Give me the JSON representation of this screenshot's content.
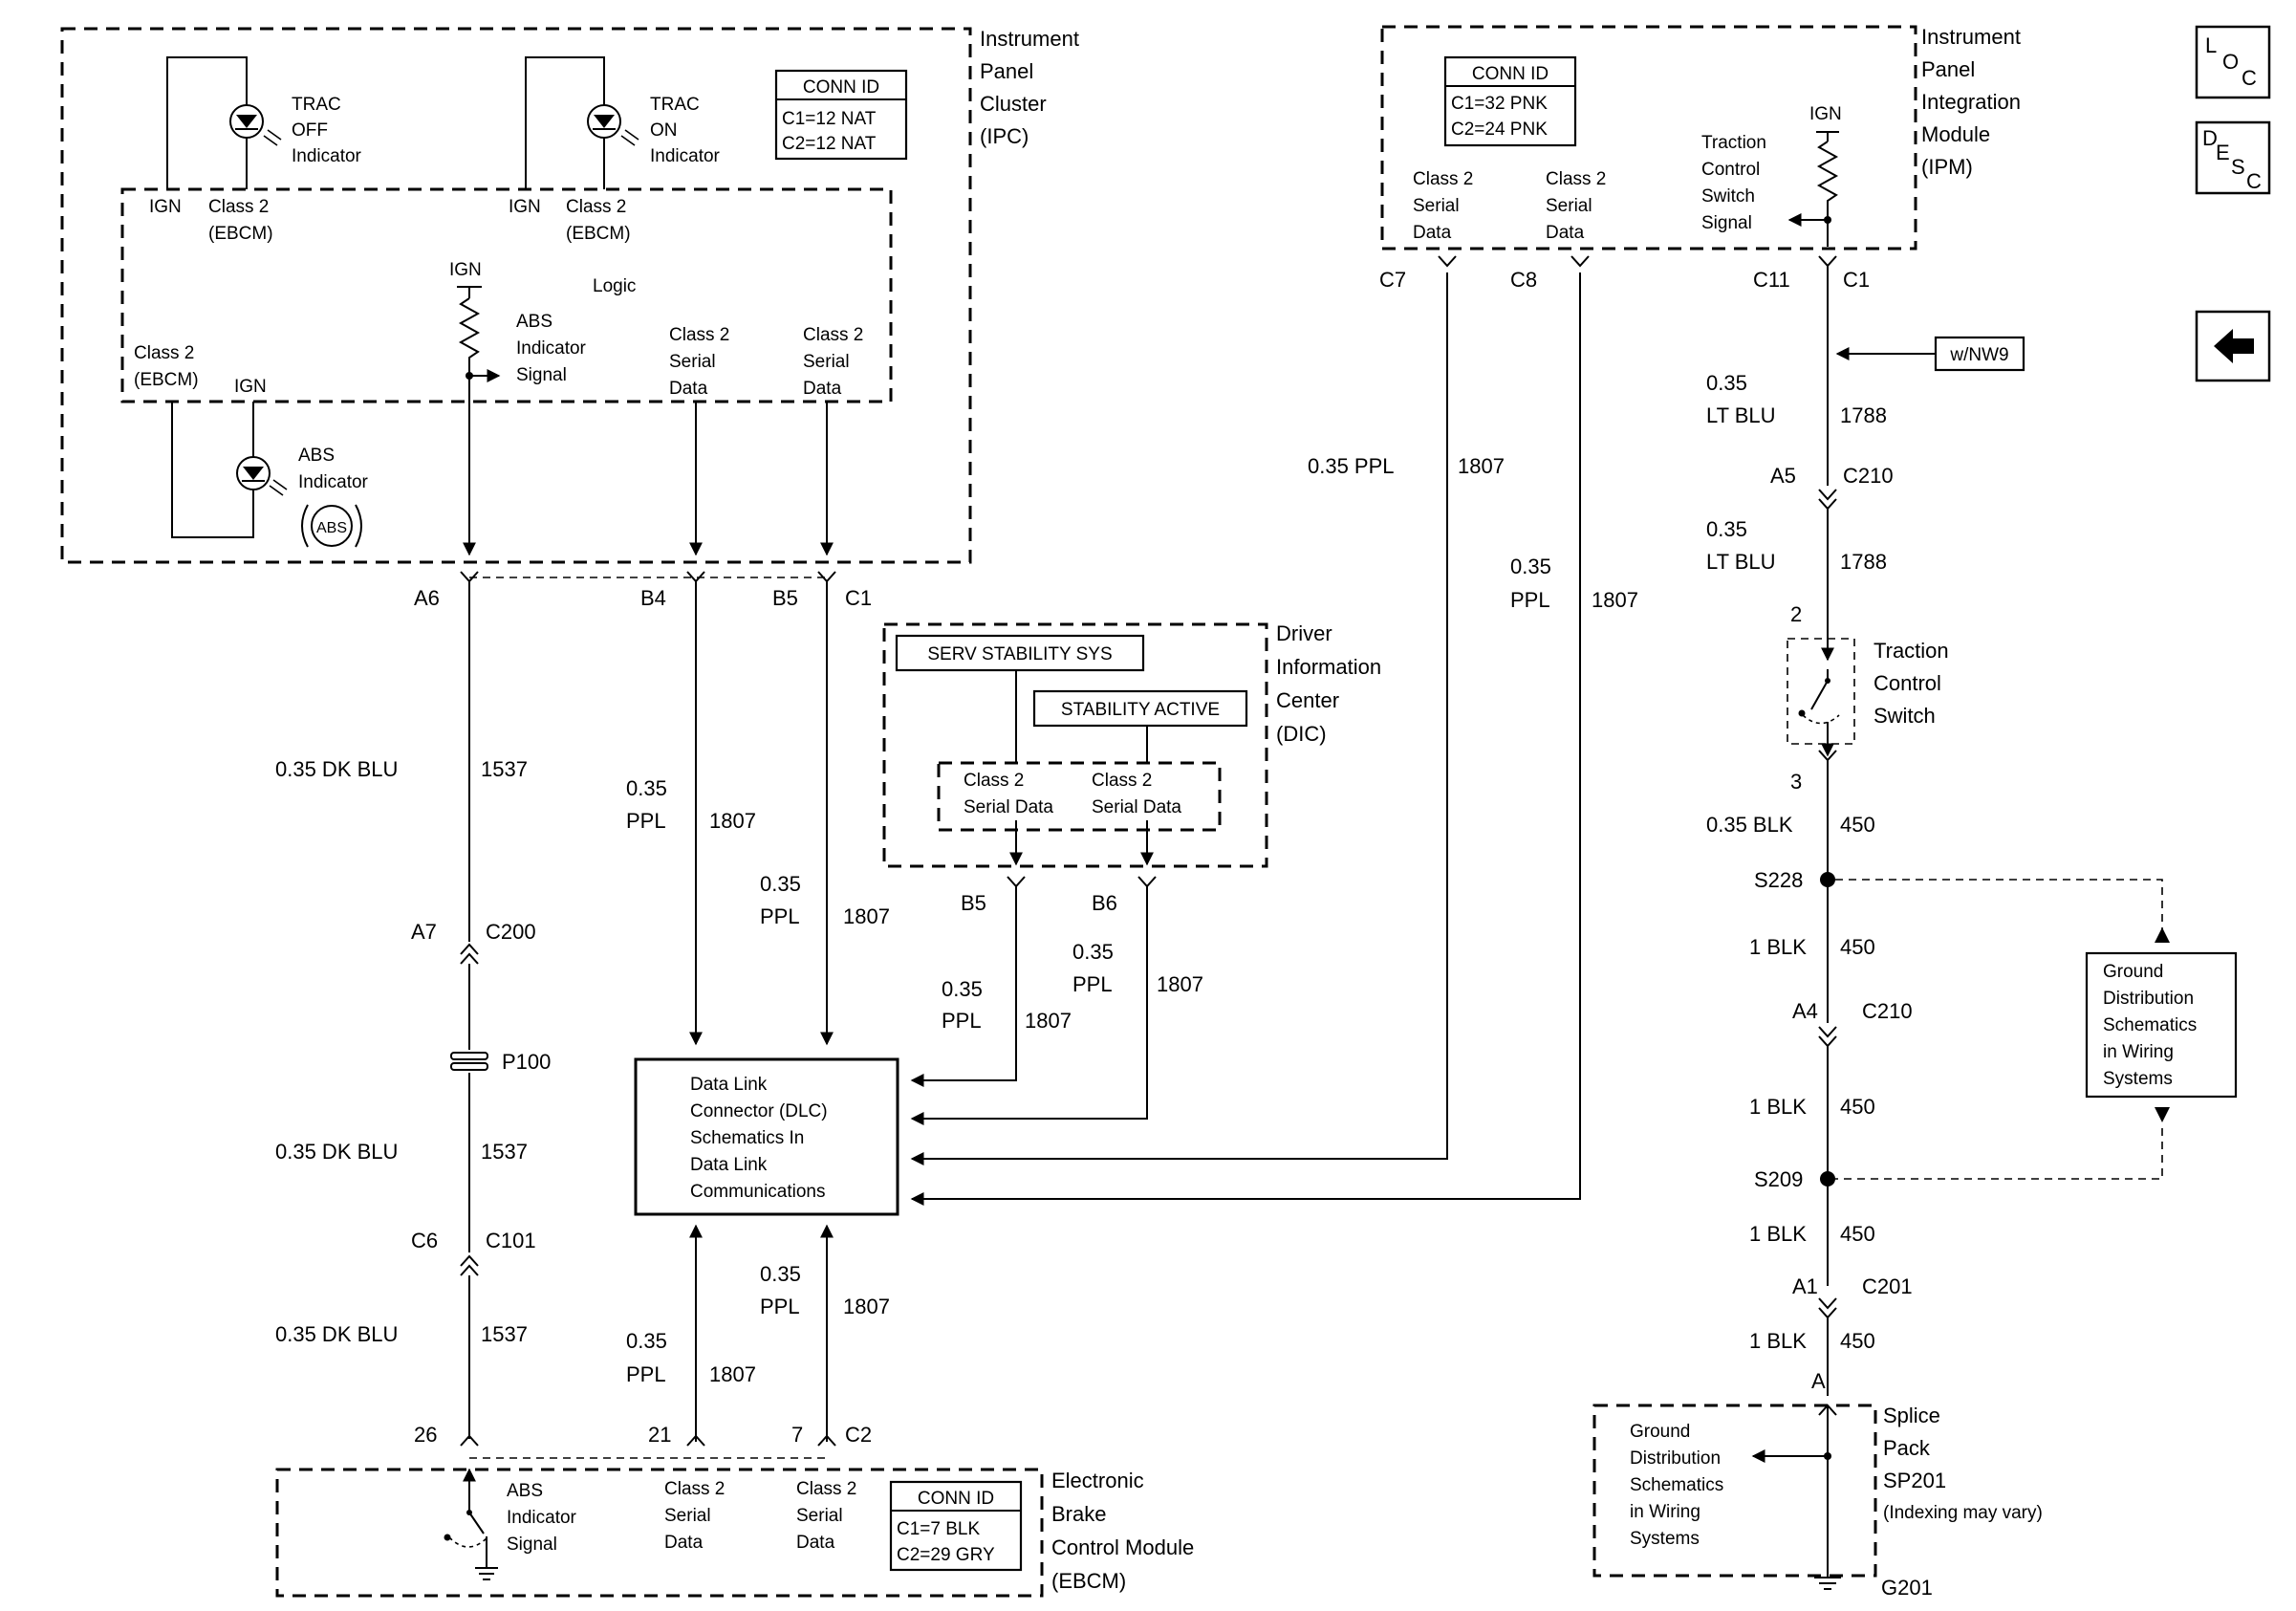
{
  "ipc": {
    "title": [
      "Instrument",
      "Panel",
      "Cluster",
      "(IPC)"
    ],
    "conn_id_header": "CONN ID",
    "conn_id_lines": [
      "C1=12 NAT",
      "C2=12 NAT"
    ],
    "trac_off": [
      "TRAC",
      "OFF",
      "Indicator"
    ],
    "trac_on": [
      "TRAC",
      "ON",
      "Indicator"
    ],
    "ign": "IGN",
    "class2_ebcm": [
      "Class 2",
      "(EBCM)"
    ],
    "logic": "Logic",
    "abs_signal": [
      "ABS",
      "Indicator",
      "Signal"
    ],
    "serial_data": [
      "Class 2",
      "Serial",
      "Data"
    ],
    "abs_indicator": [
      "ABS",
      "Indicator"
    ],
    "abs_symbol": "ABS",
    "pins": [
      "A6",
      "B4",
      "B5",
      "C1"
    ]
  },
  "dic": {
    "title": [
      "Driver",
      "Information",
      "Center",
      "(DIC)"
    ],
    "serv": "SERV STABILITY SYS",
    "active": "STABILITY ACTIVE",
    "serial_data": [
      "Class 2",
      "Serial Data"
    ],
    "pins": [
      "B5",
      "B6"
    ]
  },
  "ipm": {
    "title": [
      "Instrument",
      "Panel",
      "Integration",
      "Module",
      "(IPM)"
    ],
    "conn_id_header": "CONN ID",
    "conn_id_lines": [
      "C1=32 PNK",
      "C2=24 PNK"
    ],
    "serial_data": [
      "Class 2",
      "Serial",
      "Data"
    ],
    "ign": "IGN",
    "tc_signal": [
      "Traction",
      "Control",
      "Switch",
      "Signal"
    ],
    "pins": [
      "C7",
      "C8",
      "C11",
      "C1"
    ]
  },
  "dlc": {
    "lines": [
      "Data Link",
      "Connector (DLC)",
      "Schematics In",
      "Data Link",
      "Communications"
    ]
  },
  "ebcm": {
    "title": [
      "Electronic",
      "Brake",
      "Control Module",
      "(EBCM)"
    ],
    "conn_id_header": "CONN ID",
    "conn_id_lines": [
      "C1=7 BLK",
      "C2=29 GRY"
    ],
    "abs_signal": [
      "ABS",
      "Indicator",
      "Signal"
    ],
    "serial_data": [
      "Class 2",
      "Serial",
      "Data"
    ],
    "pins": [
      "26",
      "21",
      "7",
      "C2"
    ]
  },
  "tcs": {
    "title": [
      "Traction",
      "Control",
      "Switch"
    ],
    "pins": [
      "2",
      "3"
    ]
  },
  "splice": {
    "title": [
      "Splice",
      "Pack",
      "SP201"
    ],
    "note": "(Indexing may vary)",
    "pin": "A",
    "ground": "G201"
  },
  "ground_dist": {
    "right": [
      "Ground",
      "Distribution",
      "Schematics",
      "in Wiring",
      "Systems"
    ],
    "bottom": [
      "Ground",
      "Distribution",
      "Schematics",
      "in Wiring",
      "Systems"
    ]
  },
  "option": "w/NW9",
  "connectors": {
    "a7": "A7",
    "c200": "C200",
    "p100": "P100",
    "c6": "C6",
    "c101": "C101",
    "a5": "A5",
    "c210a": "C210",
    "a4": "A4",
    "c210b": "C210",
    "a1": "A1",
    "c201": "C201",
    "s228": "S228",
    "s209": "S209"
  },
  "wires": {
    "dkblu_gauge": "0.35 DK BLU",
    "dkblu_circ": "1537",
    "ppl_gauge": "0.35 PPL",
    "ppl_size": "0.35",
    "ppl_color": "PPL",
    "ppl_circ": "1807",
    "ltblu_size": "0.35",
    "ltblu_color": "LT BLU",
    "ltblu_circ": "1788",
    "blk035_gauge": "0.35 BLK",
    "blk1_gauge": "1 BLK",
    "blk_circ": "450"
  },
  "nav": {
    "loc": [
      "L",
      "O",
      "C"
    ],
    "desc": [
      "D",
      "E",
      "S",
      "C"
    ]
  }
}
